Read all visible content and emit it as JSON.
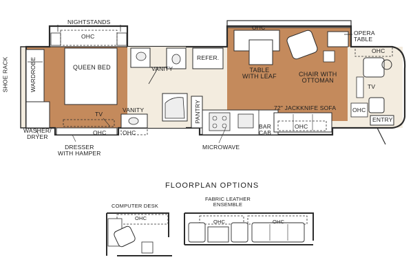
{
  "main_plan": {
    "labels": {
      "nightstands": "NIGHTSTANDS",
      "ohc_bedroom_top": "OHC",
      "queen_bed": "QUEEN BED",
      "wardrobe": "WARDROBE",
      "shoe_rack": "SHOE RACK",
      "washer_dryer": "WASHER/\nDRYER",
      "dresser": "DRESSER\nWITH HAMPER",
      "tv_bedroom": "TV",
      "ohc_bedroom_bottom": "OHC",
      "vanity_top": "VANITY",
      "vanity_bottom": "VANITY",
      "ohc_bath": "OHC",
      "refer": "REFER.",
      "pantry": "PANTRY",
      "microwave": "MICROWAVE",
      "bar_cab": "BAR\nCAB",
      "ohc_dinette": "OHC",
      "table_with_leaf": "TABLE\nWITH LEAF",
      "chair_with_ottoman": "CHAIR WITH\nOTTOMAN",
      "opera_table": "OPERA\nTABLE",
      "ohc_front": "OHC",
      "tv_front": "TV",
      "jackknife_sofa": "72\" JACKKNIFE SOFA",
      "ohc_sofa": "OHC",
      "ohc_entry": "OHC",
      "entry": "ENTRY"
    }
  },
  "options": {
    "title": "FLOORPLAN OPTIONS",
    "computer_desk": {
      "title": "COMPUTER DESK",
      "ohc": "OHC"
    },
    "fabric_leather": {
      "title": "FABRIC LEATHER\nENSEMBLE",
      "ohc_left": "OHC",
      "ohc_right": "OHC"
    }
  },
  "colors": {
    "wood": "#c48a5c",
    "floor": "#f3ecdf",
    "wall": "#2b2b2b",
    "fixture": "#eeeeee"
  }
}
